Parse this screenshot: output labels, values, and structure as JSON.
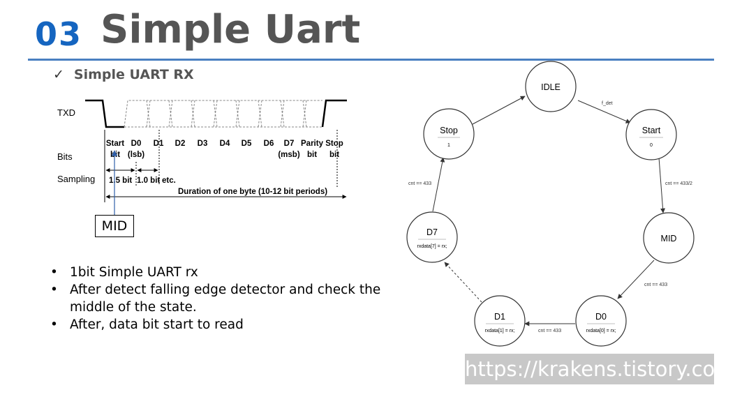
{
  "header": {
    "number": "03",
    "title": "Simple Uart"
  },
  "section": {
    "heading": "Simple UART RX"
  },
  "timing": {
    "signal_label": "TXD",
    "bits_label": "Bits",
    "sampling_label": "Sampling",
    "bit_labels": [
      {
        "top": "Start",
        "bottom": "bit"
      },
      {
        "top": "D0",
        "bottom": "(lsb)"
      },
      {
        "top": "D1",
        "bottom": ""
      },
      {
        "top": "D2",
        "bottom": ""
      },
      {
        "top": "D3",
        "bottom": ""
      },
      {
        "top": "D4",
        "bottom": ""
      },
      {
        "top": "D5",
        "bottom": ""
      },
      {
        "top": "D6",
        "bottom": ""
      },
      {
        "top": "D7",
        "bottom": "(msb)"
      },
      {
        "top": "Parity",
        "bottom": "bit"
      },
      {
        "top": "Stop",
        "bottom": "bit"
      }
    ],
    "sample_15": "1.5 bit",
    "sample_10": "1.0 bit",
    "sample_etc": "etc.",
    "duration": "Duration of one byte (10-12 bit periods)",
    "mid_label": "MID"
  },
  "notes": [
    "1bit Simple UART rx",
    "After detect falling edge detector and check the middle of the state.",
    "After, data bit start to read"
  ],
  "fsm": {
    "states": {
      "idle": {
        "name": "IDLE",
        "sub": ""
      },
      "start": {
        "name": "Start",
        "sub": "0"
      },
      "mid": {
        "name": "MID",
        "sub": ""
      },
      "d0": {
        "name": "D0",
        "sub": "rxdata[0] = rx;"
      },
      "d1": {
        "name": "D1",
        "sub": "rxdata[1] = rx;"
      },
      "d7": {
        "name": "D7",
        "sub": "rxdata[7] = rx;"
      },
      "stop": {
        "name": "Stop",
        "sub": "1"
      }
    },
    "transitions": {
      "idle_start": "f_det",
      "start_mid": "cnt == 433/2",
      "mid_d0": "cnt == 433",
      "d0_d1": "cnt == 433",
      "d7_stop": "cnt == 433"
    }
  },
  "watermark": "https://krakens.tistory.com"
}
